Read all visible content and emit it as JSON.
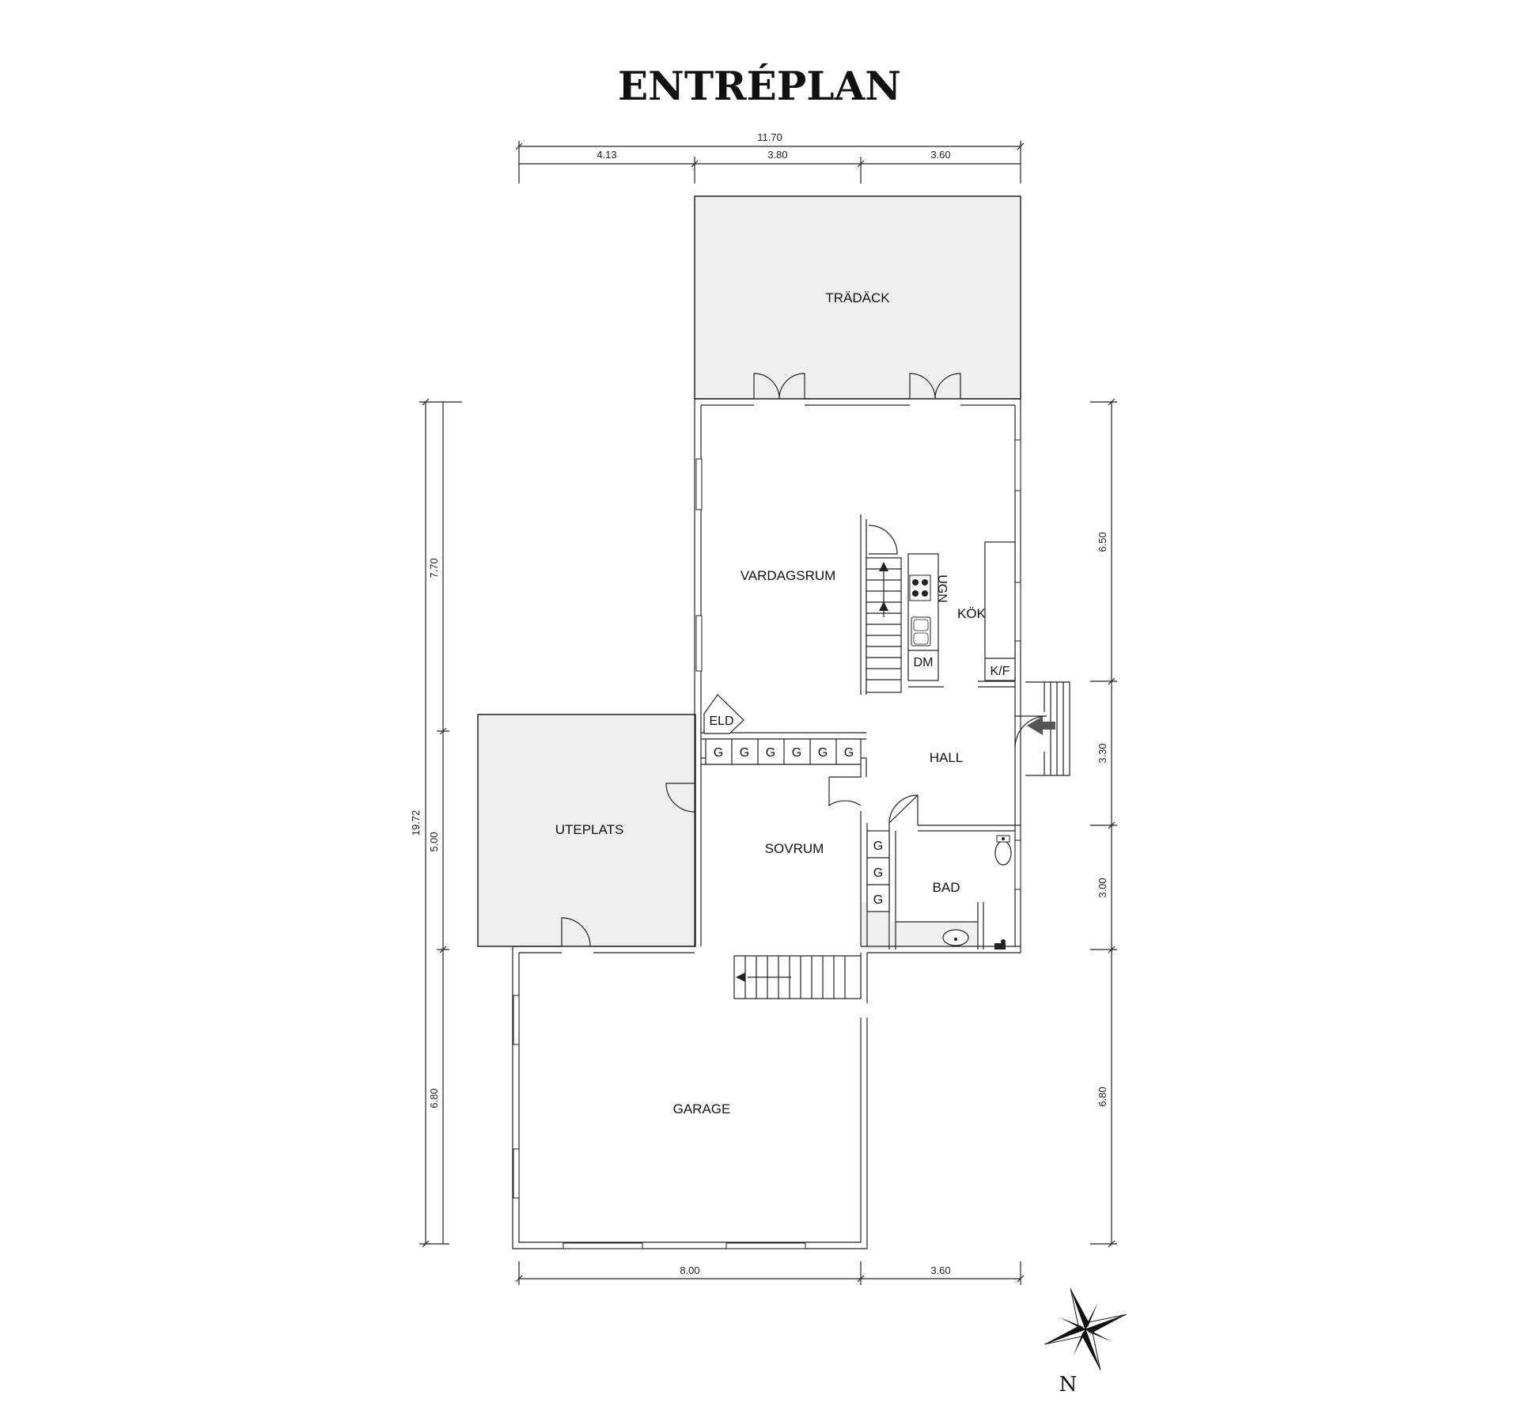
{
  "title": "ENTRÉPLAN",
  "dimensions": {
    "top_total": "11.70",
    "top_segments": [
      "4.13",
      "3.80",
      "3.60"
    ],
    "left_total": "19.72",
    "left_segments": [
      "7.70",
      "5.00",
      "6.80"
    ],
    "right_segments": [
      "6.50",
      "3.30",
      "3.00",
      "6.80"
    ],
    "bottom_segments": [
      "8.00",
      "3.60"
    ]
  },
  "rooms": {
    "tradack": "TRÄDÄCK",
    "vardagsrum": "VARDAGSRUM",
    "kok": "KÖK",
    "hall": "HALL",
    "uteplats": "UTEPLATS",
    "sovrum": "SOVRUM",
    "bad": "BAD",
    "garage": "GARAGE"
  },
  "fixtures": {
    "ugn": "UGN",
    "dm": "DM",
    "kf": "K/F",
    "eld": "ELD",
    "wardrobe": "G"
  },
  "compass": {
    "label": "N"
  },
  "colors": {
    "outdoor_fill": "#efefef",
    "wall": "#222222"
  }
}
